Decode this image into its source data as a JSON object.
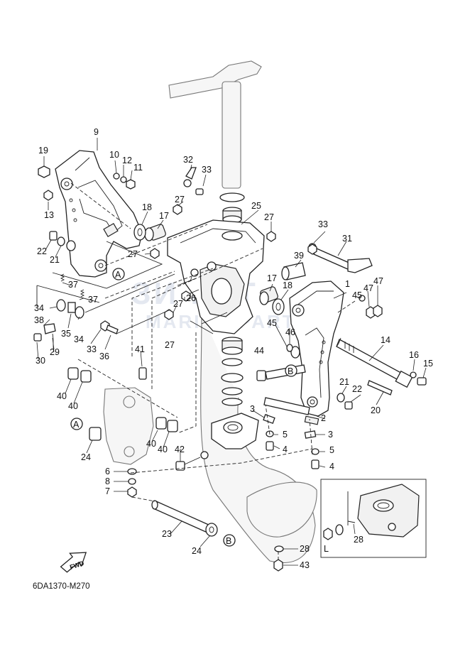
{
  "diagram_code": "6DA1370-M270",
  "fwd_label": "FWD",
  "inset_label": "L",
  "callouts": {
    "A": "A",
    "B": "B"
  },
  "watermark": {
    "line1": "ЗИ КАТ",
    "line2": "MARINE PARTS"
  },
  "part_numbers": [
    "1",
    "2",
    "3",
    "4",
    "5",
    "6",
    "7",
    "8",
    "9",
    "10",
    "11",
    "12",
    "13",
    "14",
    "15",
    "16",
    "17",
    "18",
    "19",
    "20",
    "21",
    "22",
    "23",
    "24",
    "25",
    "26",
    "27",
    "28",
    "29",
    "30",
    "31",
    "32",
    "33",
    "34",
    "35",
    "36",
    "37",
    "38",
    "39",
    "40",
    "41",
    "42",
    "43",
    "44",
    "45",
    "46",
    "47"
  ]
}
